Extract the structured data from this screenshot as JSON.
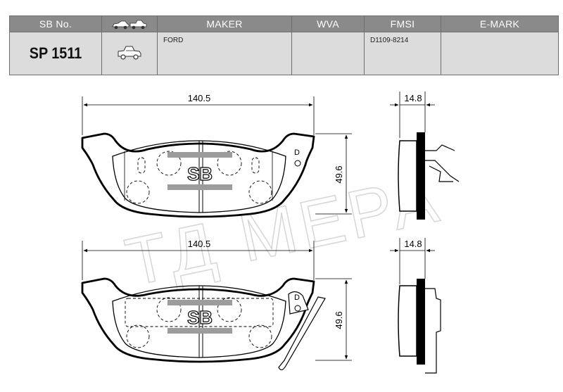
{
  "table": {
    "headers": {
      "sb_no": "SB No.",
      "vehicle_icon": "car-and-truck-icon",
      "maker": "MAKER",
      "wva": "WVA",
      "fmsi": "FMSI",
      "emark": "E-MARK"
    },
    "row": {
      "sb_no": "SP 1511",
      "vehicle_icon": "pickup-truck-icon",
      "maker": "FORD",
      "wva": "",
      "fmsi": "D1109-8214",
      "emark": ""
    }
  },
  "drawing": {
    "top": {
      "width_label": "140.5",
      "height_label": "49.6",
      "thickness_label": "14.8"
    },
    "bottom": {
      "width_label": "140.5",
      "height_label": "49.6",
      "thickness_label": "14.8"
    },
    "brand_label": "SB",
    "watermark": "ТД МЕРА"
  },
  "colors": {
    "header_bg": "#8a8a8a",
    "row_bg": "#dcdcdc",
    "line": "#000000"
  }
}
